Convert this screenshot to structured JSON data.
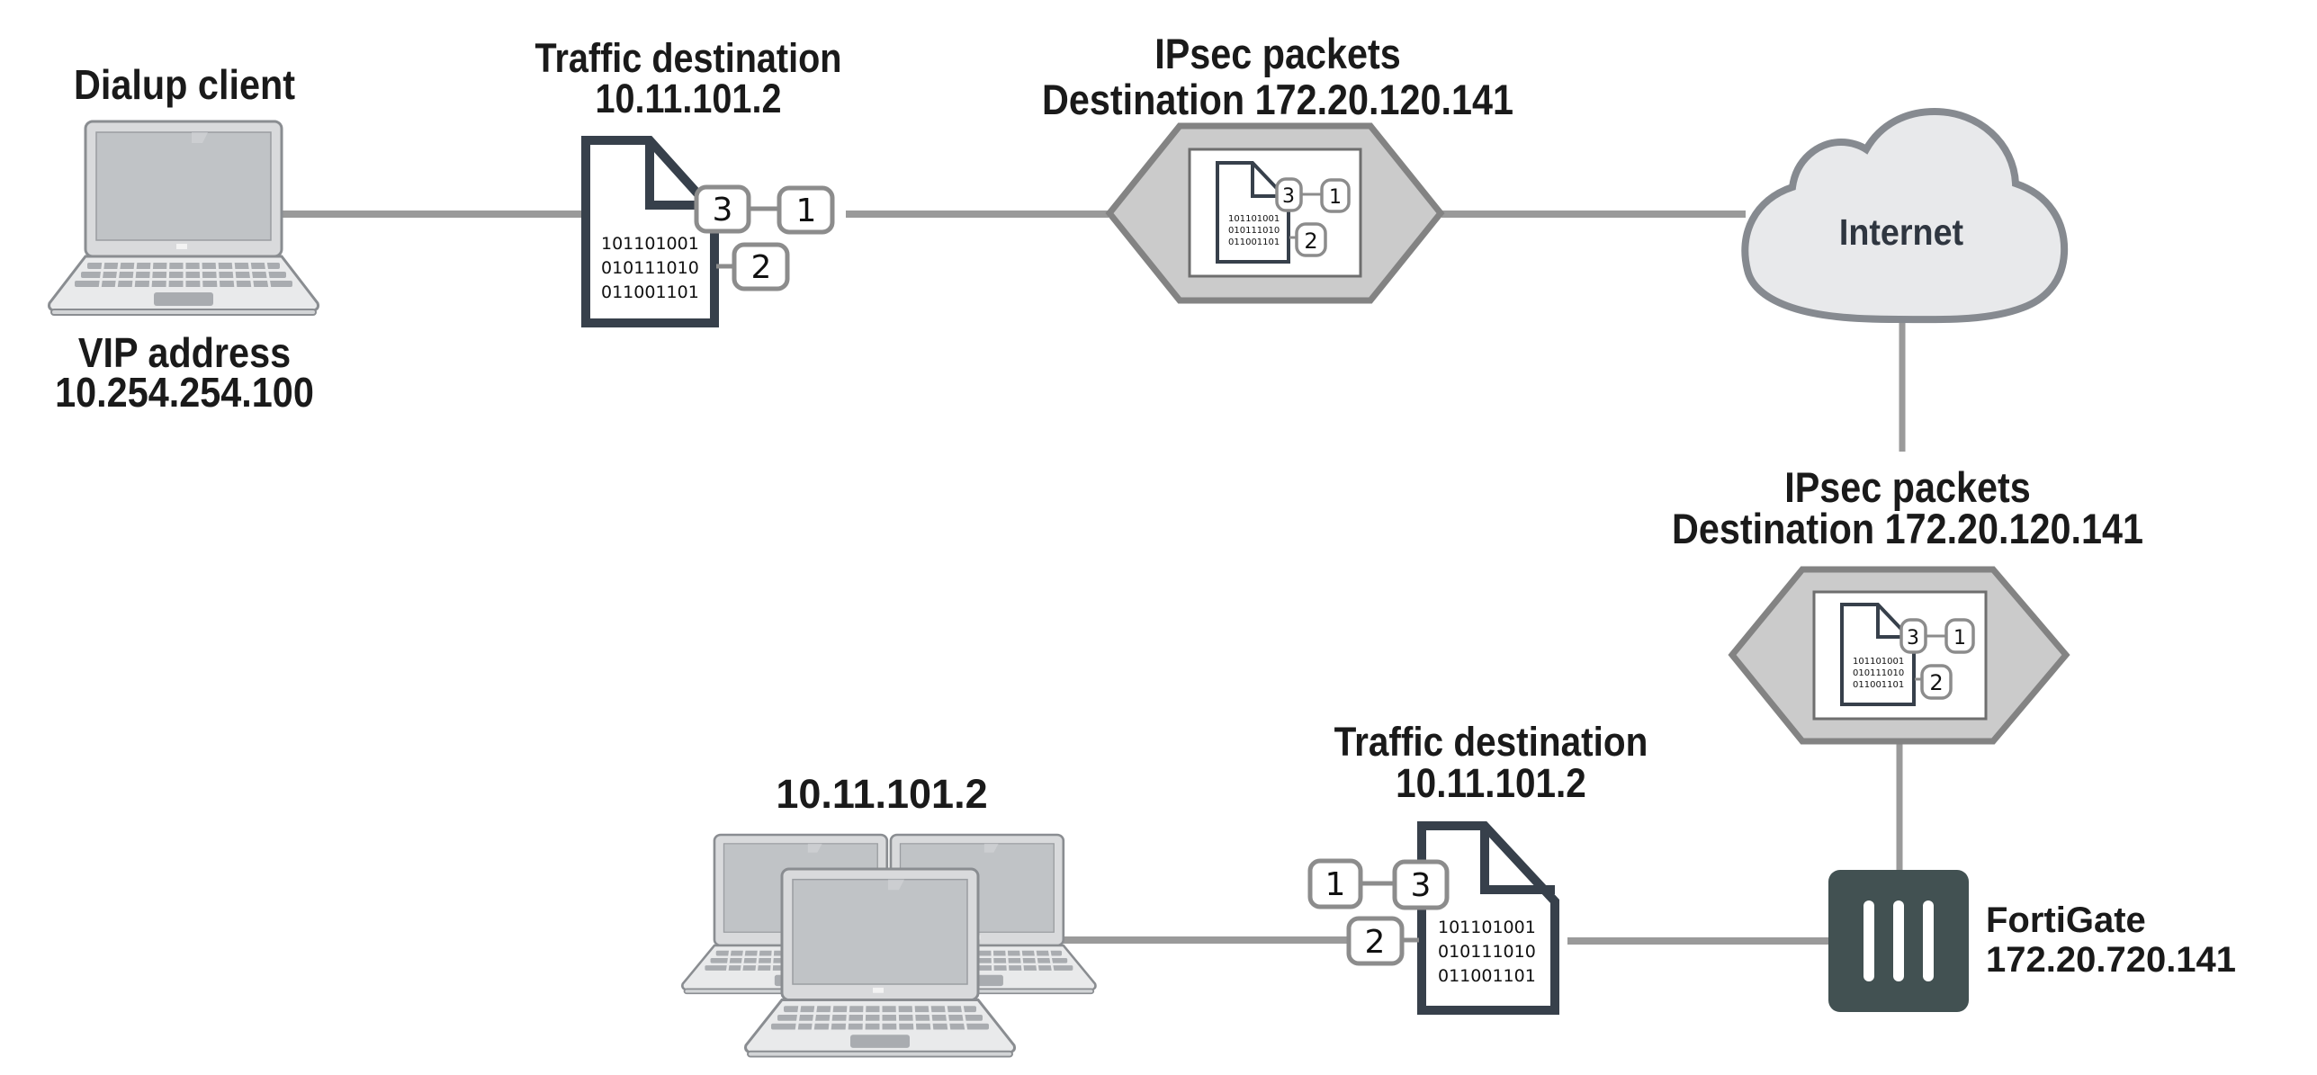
{
  "diagram": {
    "title": "IPsec dialup VPN with VIP address",
    "dialup_client": {
      "title": "Dialup client",
      "vip_label": "VIP address",
      "vip_address": "10.254.254.100"
    },
    "packet_top": {
      "title": "Traffic destination",
      "address": "10.11.101.2"
    },
    "ipsec_top": {
      "title": "IPsec packets",
      "destination": "Destination 172.20.120.141"
    },
    "internet": {
      "label": "Internet"
    },
    "ipsec_right": {
      "title": "IPsec packets",
      "destination": "Destination 172.20.120.141"
    },
    "packet_bottom": {
      "title": "Traffic destination",
      "address": "10.11.101.2"
    },
    "internal_hosts": {
      "address": "10.11.101.2"
    },
    "fortigate": {
      "name": "FortiGate",
      "address": "172.20.720.141"
    },
    "packet_binary": [
      "101101001",
      "010111010",
      "011001101"
    ],
    "badges": {
      "one": "1",
      "two": "2",
      "three": "3"
    },
    "colors": {
      "link": "#9a9a9a",
      "doc_stroke": "#37404b",
      "hex_fill": "#cbcbcb",
      "hex_stroke": "#838383",
      "cloud_fill": "#e8e9eb",
      "cloud_stroke": "#868a90",
      "fortigate": "#425152",
      "text": "#1a1a1a"
    }
  }
}
